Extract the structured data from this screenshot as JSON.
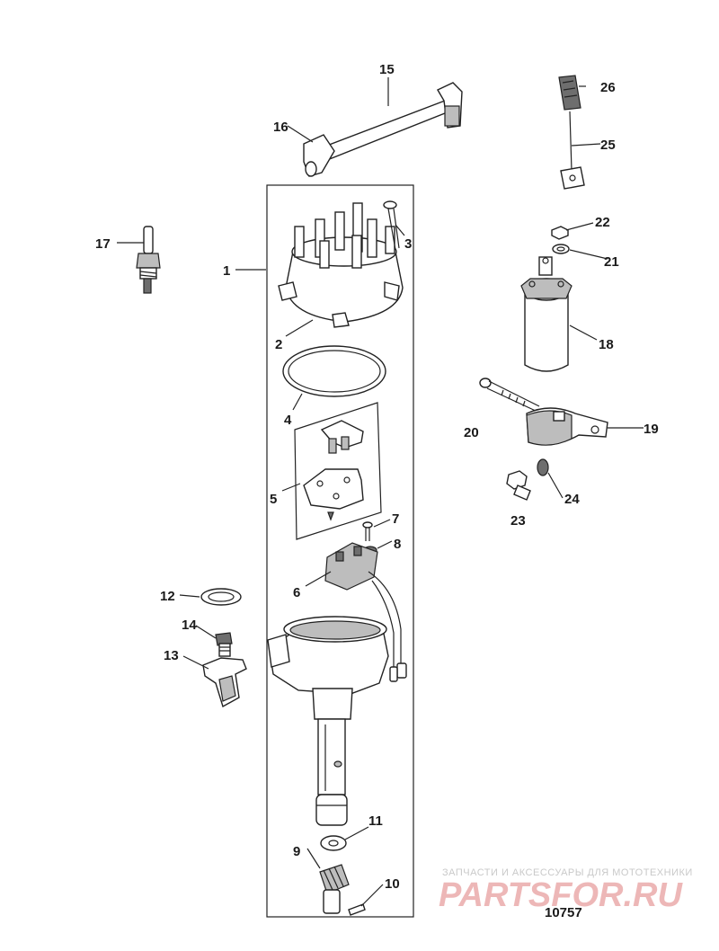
{
  "labels": [
    "1",
    "2",
    "3",
    "4",
    "5",
    "6",
    "7",
    "8",
    "9",
    "10",
    "11",
    "12",
    "13",
    "14",
    "15",
    "16",
    "17",
    "18",
    "19",
    "20",
    "21",
    "22",
    "23",
    "24",
    "25",
    "26"
  ],
  "figure_ref": "10757",
  "watermark": {
    "tagline": "ЗАПЧАСТИ И АКСЕССУАРЫ ДЛЯ МОТОТЕХНИКИ",
    "brand": "PARTSFOR.RU"
  }
}
